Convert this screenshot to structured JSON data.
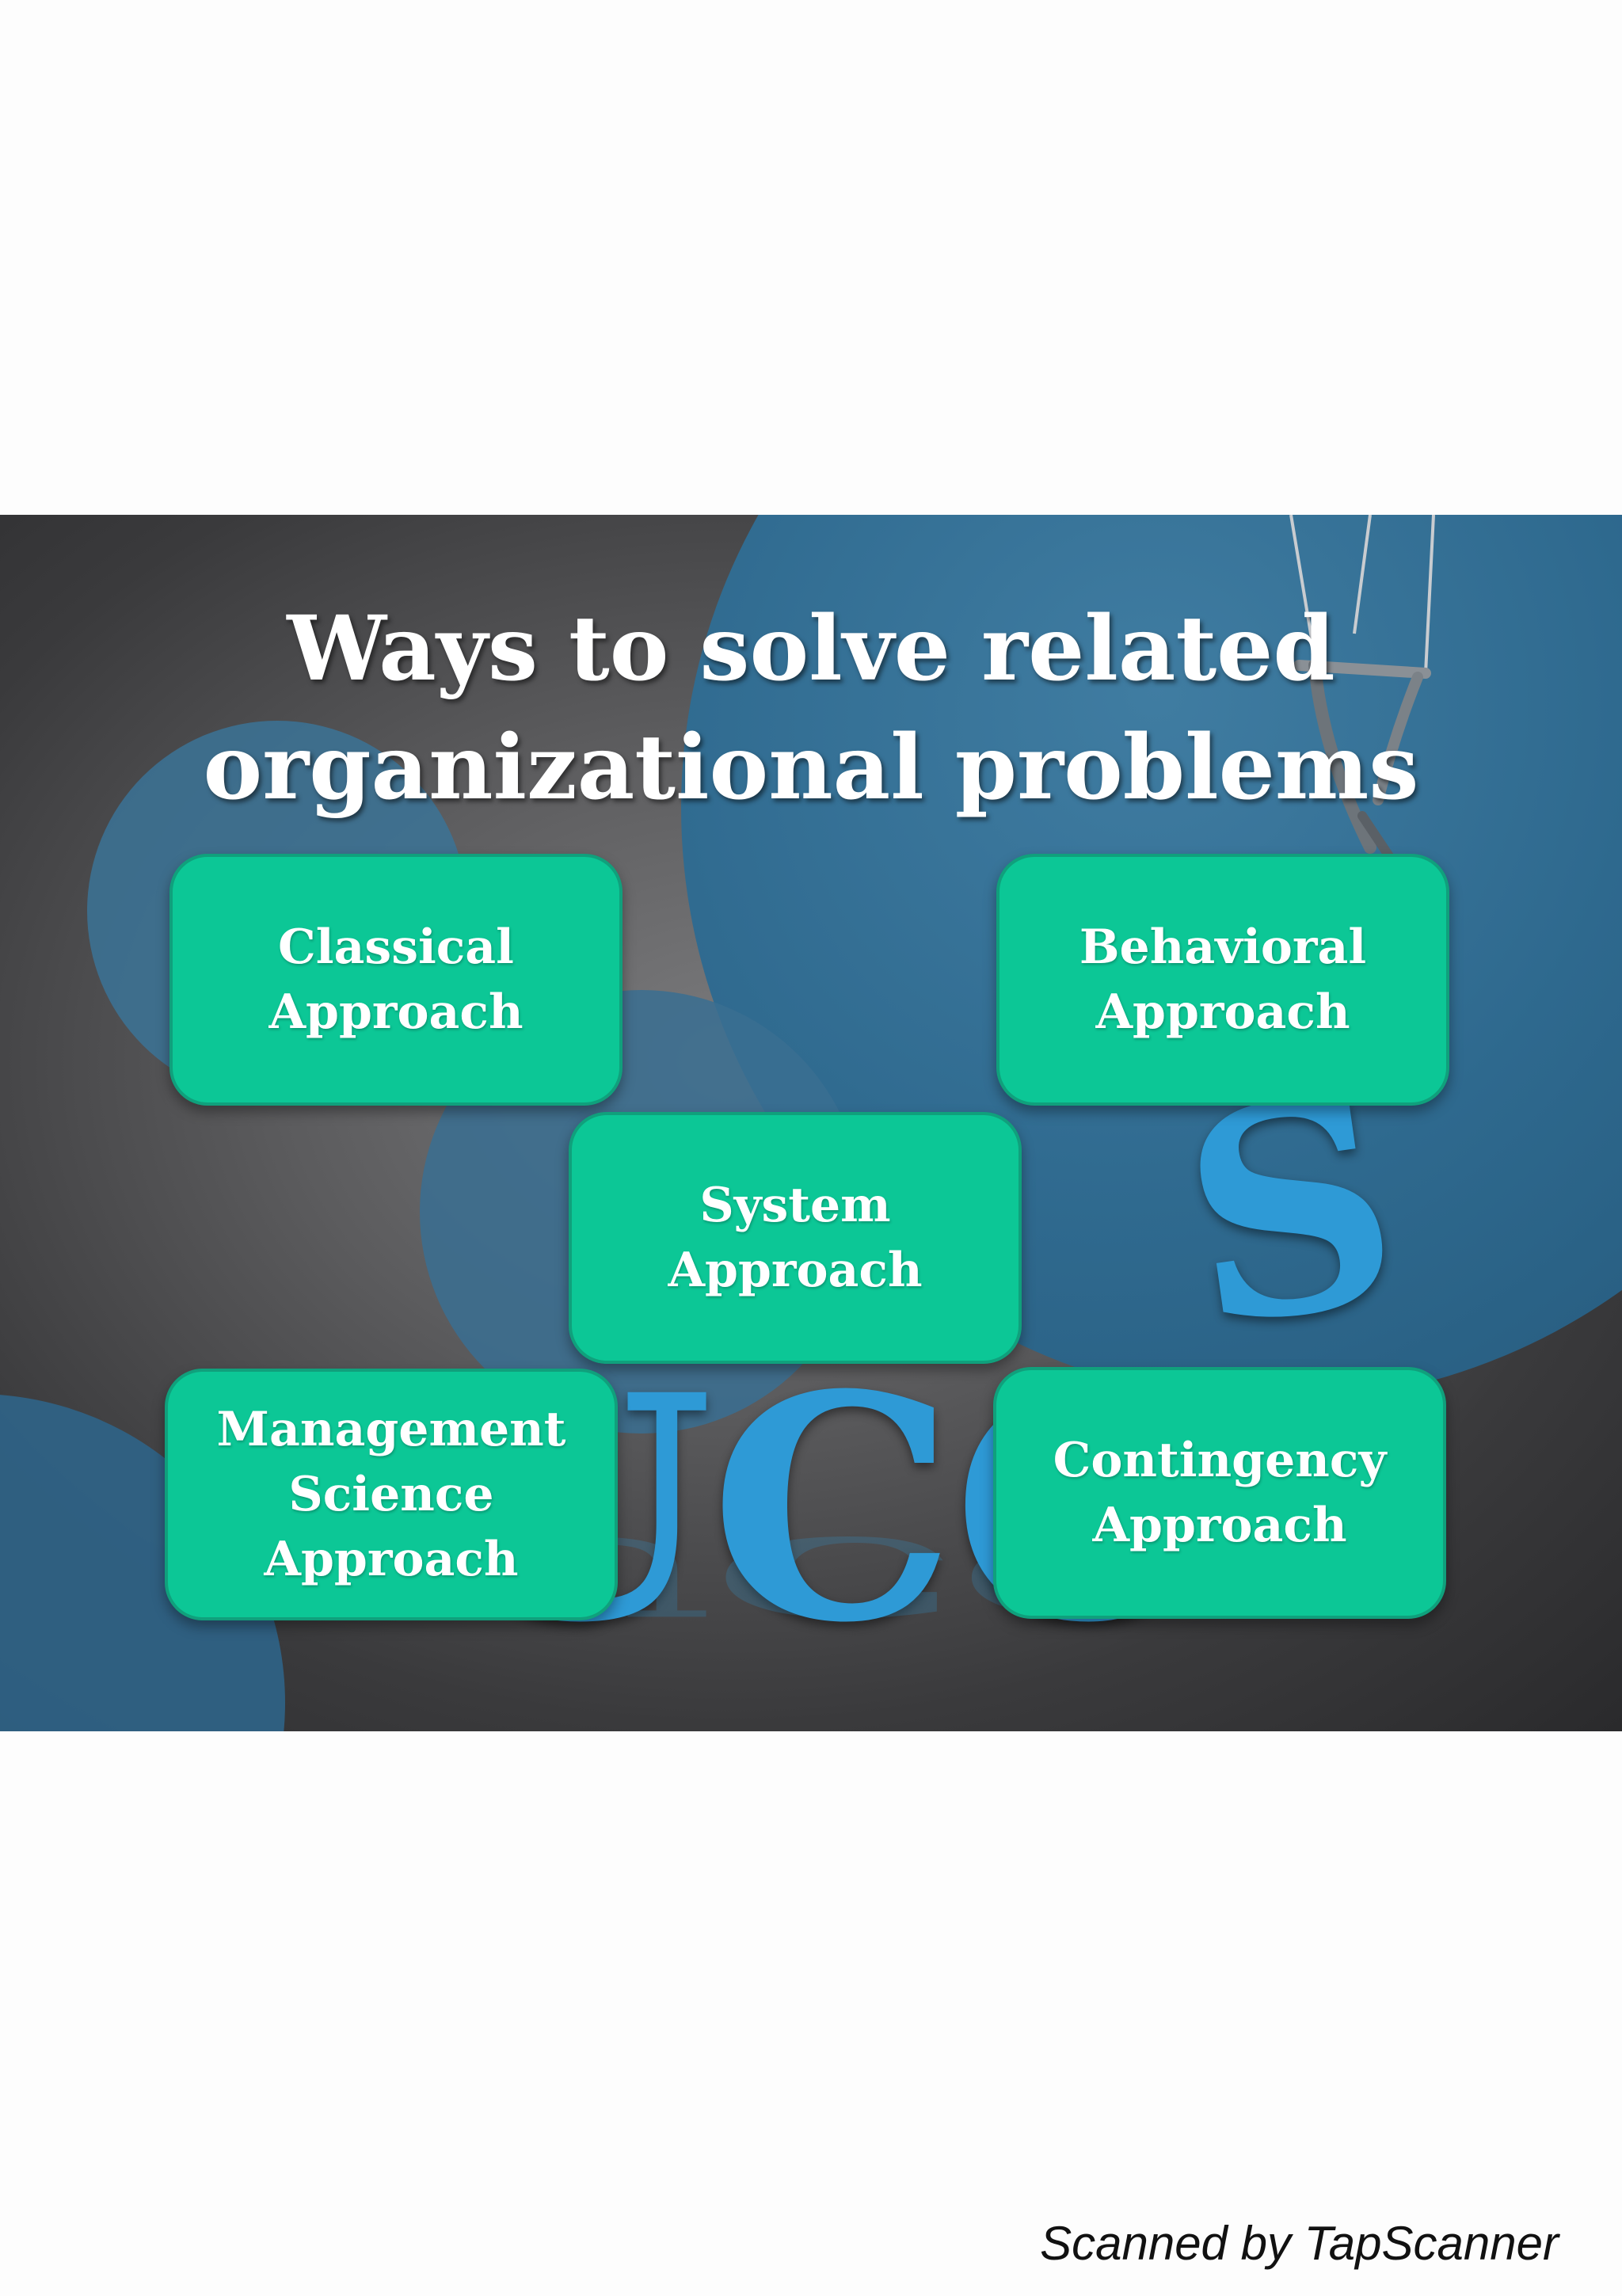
{
  "slide": {
    "title_line1": "Ways to solve related",
    "title_line2": "organizational problems",
    "background_letters": "UCC",
    "background_s": "S",
    "boxes": [
      {
        "label": "Classical\nApproach"
      },
      {
        "label": "Behavioral\nApproach"
      },
      {
        "label": "System\nApproach"
      },
      {
        "label": "Management\nScience\nApproach"
      },
      {
        "label": "Contingency\nApproach"
      }
    ],
    "colors": {
      "box_fill": "#0cc796",
      "accent_blue": "#2e9ad6",
      "background_gray": "#5c5c5e"
    }
  },
  "footer": {
    "text": "Scanned by TapScanner"
  }
}
